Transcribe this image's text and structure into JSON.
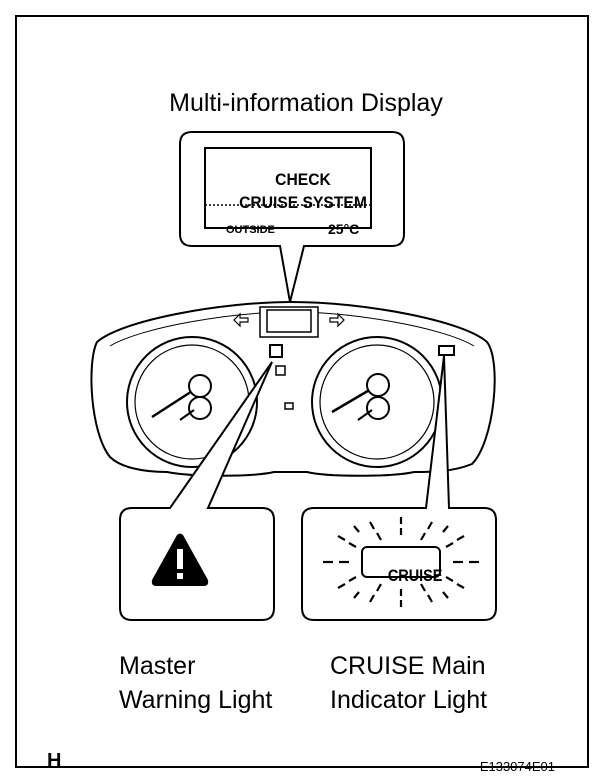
{
  "title": "Multi-information Display",
  "display": {
    "line1": "CHECK",
    "line2": "CRUISE SYSTEM",
    "outside_label": "OUTSIDE",
    "temperature": "25°C"
  },
  "callouts": {
    "master_warning": {
      "line1": "Master",
      "line2": "Warning Light",
      "icon": "warning-triangle-icon"
    },
    "cruise_indicator": {
      "badge": "CRUISE",
      "line1": "CRUISE Main",
      "line2": "Indicator Light"
    }
  },
  "corner_letter": "H",
  "figure_code": "E133074E01"
}
